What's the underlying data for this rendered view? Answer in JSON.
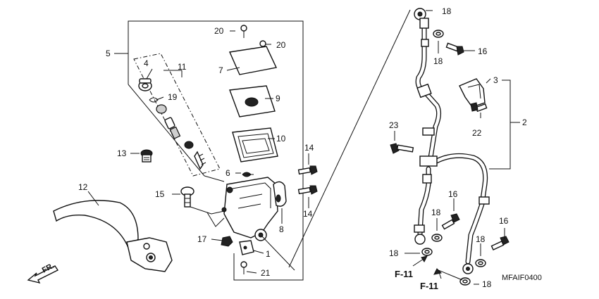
{
  "diagram": {
    "catalog_code": "MFAIF0400",
    "direction_marker": "FR.",
    "references": [
      "F-11",
      "F-11"
    ],
    "callouts": [
      {
        "id": "c1",
        "text": "1"
      },
      {
        "id": "c2",
        "text": "2"
      },
      {
        "id": "c3",
        "text": "3"
      },
      {
        "id": "c4",
        "text": "4"
      },
      {
        "id": "c5",
        "text": "5"
      },
      {
        "id": "c6",
        "text": "6"
      },
      {
        "id": "c7",
        "text": "7"
      },
      {
        "id": "c8",
        "text": "8"
      },
      {
        "id": "c9",
        "text": "9"
      },
      {
        "id": "c10",
        "text": "10"
      },
      {
        "id": "c11",
        "text": "11"
      },
      {
        "id": "c12",
        "text": "12"
      },
      {
        "id": "c13",
        "text": "13"
      },
      {
        "id": "c14a",
        "text": "14"
      },
      {
        "id": "c14b",
        "text": "14"
      },
      {
        "id": "c15",
        "text": "15"
      },
      {
        "id": "c16a",
        "text": "16"
      },
      {
        "id": "c16b",
        "text": "16"
      },
      {
        "id": "c16c",
        "text": "16"
      },
      {
        "id": "c17",
        "text": "17"
      },
      {
        "id": "c18a",
        "text": "18"
      },
      {
        "id": "c18b",
        "text": "18"
      },
      {
        "id": "c18c",
        "text": "18"
      },
      {
        "id": "c18d",
        "text": "18"
      },
      {
        "id": "c18e",
        "text": "18"
      },
      {
        "id": "c18f",
        "text": "18"
      },
      {
        "id": "c19",
        "text": "19"
      },
      {
        "id": "c20a",
        "text": "20"
      },
      {
        "id": "c20b",
        "text": "20"
      },
      {
        "id": "c21",
        "text": "21"
      },
      {
        "id": "c22",
        "text": "22"
      },
      {
        "id": "c23",
        "text": "23"
      }
    ]
  }
}
